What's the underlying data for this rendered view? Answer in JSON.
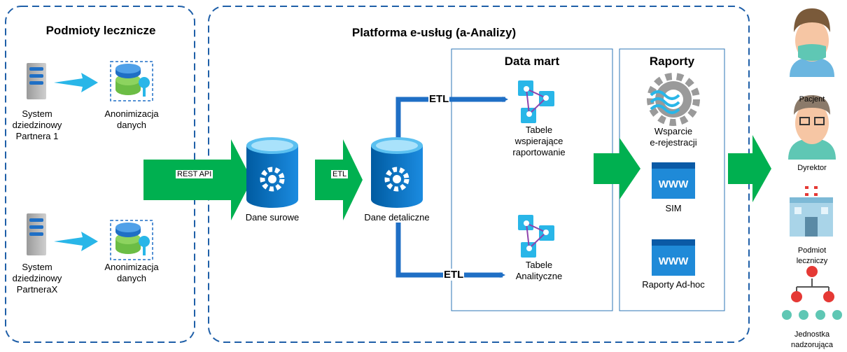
{
  "sections": {
    "podmioty": "Podmioty lecznicze",
    "platforma": "Platforma e-usług (a-Analizy)",
    "data_mart": "Data mart",
    "raporty": "Raporty"
  },
  "sources": [
    {
      "system": "System\ndziedzinowy\nPartnera 1",
      "anon": "Anonimizacja\ndanych"
    },
    {
      "system": "System\ndziedzinowy\nPartneraX",
      "anon": "Anonimizacja\ndanych"
    }
  ],
  "arrows": {
    "rest_api": "REST API",
    "etl_small": "ETL",
    "etl_top": "ETL",
    "etl_bottom": "ETL"
  },
  "stores": {
    "raw": "Dane surowe",
    "detailed": "Dane detaliczne"
  },
  "tables": {
    "reporting": "Tabele\nwspierające\nraportowanie",
    "analytic": "Tabele\nAnalityczne"
  },
  "reports": {
    "erej": "Wsparcie\ne-rejestracji",
    "sim": "SIM",
    "adhoc": "Raporty Ad-hoc",
    "www": "WWW"
  },
  "people": {
    "pacjent": "Pacjent",
    "dyrektor": "Dyrektor",
    "podmiot": "Podmiot\nleczniczy",
    "jednostka": "Jednostka\nnadzorująca"
  },
  "colors": {
    "dash": "#1f5fa8",
    "green_arrow": "#00b050",
    "blue_line": "#1f6fc5",
    "cyan_arrow": "#29b6e8",
    "db_blue": "#0078d4",
    "mart_border": "#2e75b6"
  }
}
